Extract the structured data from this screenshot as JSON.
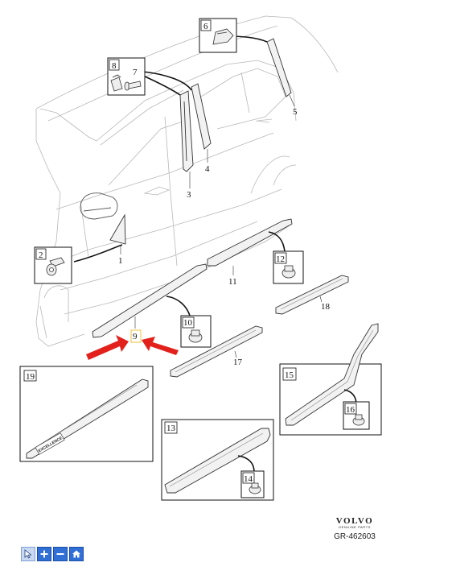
{
  "diagram": {
    "callouts": {
      "c1": "1",
      "c2": "2",
      "c3": "3",
      "c4": "4",
      "c5": "5",
      "c6": "6",
      "c7": "7",
      "c8": "8",
      "c9": "9",
      "c10": "10",
      "c11": "11",
      "c12": "12",
      "c13": "13",
      "c14": "14",
      "c15": "15",
      "c16": "16",
      "c17": "17",
      "c18": "18",
      "c19": "19"
    },
    "sill_inscription": "EXCELLENCE",
    "highlight_color": "#f0c040",
    "arrow_color": "#e3211c"
  },
  "footer": {
    "brand": "VOLVO",
    "brand_sub": "GENUINE PARTS",
    "code": "GR-462603"
  },
  "toolbar": {
    "icons": [
      "pointer-icon",
      "zoom-in-icon",
      "zoom-out-icon",
      "home-icon"
    ]
  }
}
